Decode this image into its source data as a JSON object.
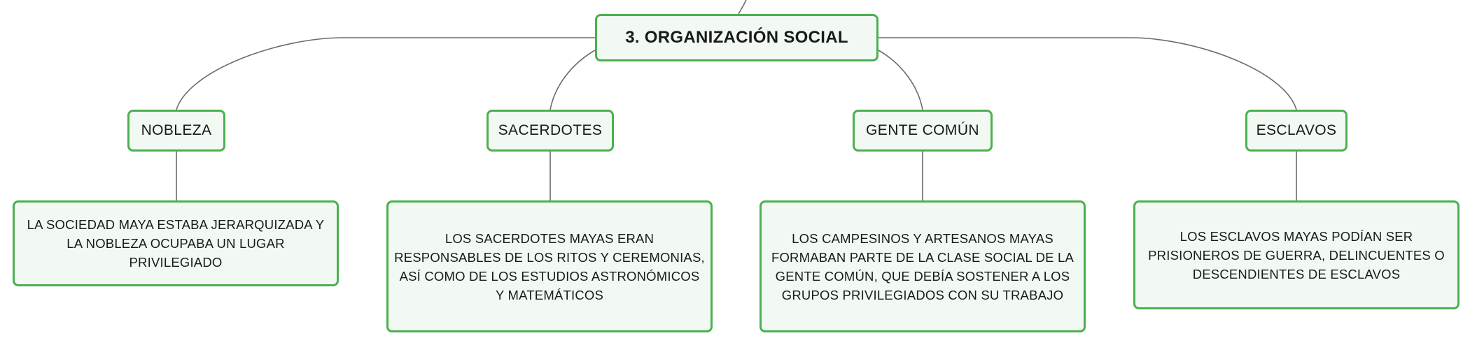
{
  "colors": {
    "node_border": "#4caf50",
    "node_fill": "#f1f9f2",
    "connector": "#6b6b6b",
    "text": "#1a1a1a"
  },
  "root": {
    "label": "3. ORGANIZACIÓN SOCIAL"
  },
  "branches": [
    {
      "label": "NOBLEZA",
      "description": "LA SOCIEDAD MAYA ESTABA JERARQUIZADA Y LA NOBLEZA OCUPABA UN LUGAR PRIVILEGIADO"
    },
    {
      "label": "SACERDOTES",
      "description": "LOS SACERDOTES MAYAS ERAN RESPONSABLES DE LOS RITOS Y CEREMONIAS, ASÍ COMO DE LOS ESTUDIOS ASTRONÓMICOS Y MATEMÁTICOS"
    },
    {
      "label": "GENTE COMÚN",
      "description": "LOS CAMPESINOS Y ARTESANOS MAYAS FORMABAN PARTE DE LA CLASE SOCIAL DE LA GENTE COMÚN, QUE DEBÍA SOSTENER A LOS GRUPOS PRIVILEGIADOS CON SU TRABAJO"
    },
    {
      "label": "ESCLAVOS",
      "description": "LOS ESCLAVOS MAYAS PODÍAN SER PRISIONEROS DE GUERRA, DELINCUENTES O DESCENDIENTES DE ESCLAVOS"
    }
  ]
}
